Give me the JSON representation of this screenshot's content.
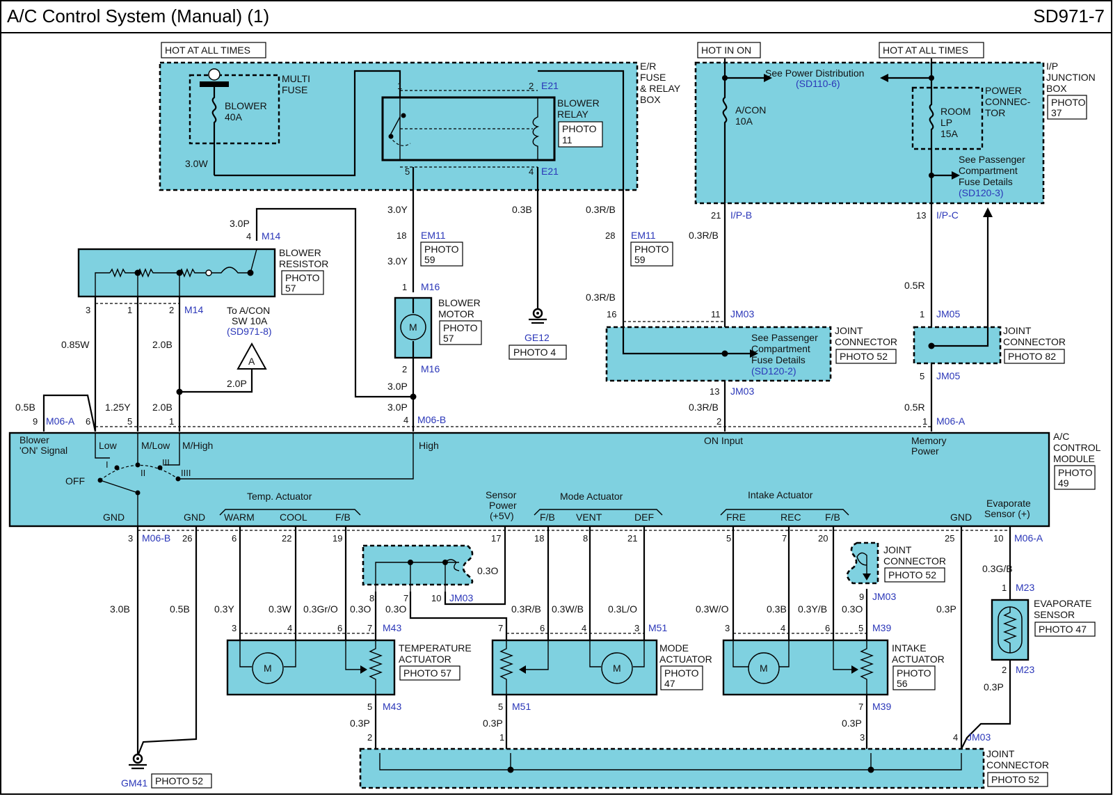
{
  "header": {
    "title": "A/C Control System (Manual) (1)",
    "code": "SD971-7"
  },
  "hot_labels": {
    "hot_all_1": "HOT AT ALL TIMES",
    "hot_on": "HOT IN ON",
    "hot_all_2": "HOT AT ALL TIMES"
  },
  "er_box": {
    "line1": "E/R",
    "line2": "FUSE",
    "line3": "& RELAY",
    "line4": "BOX"
  },
  "ip_box": {
    "line1": "I/P",
    "line2": "JUNCTION",
    "line3": "BOX",
    "photo1": "PHOTO",
    "photo2": "37"
  },
  "multi_fuse": {
    "line1": "MULTI",
    "line2": "FUSE",
    "name1": "BLOWER",
    "name2": "40A"
  },
  "blower_relay": {
    "line1": "BLOWER",
    "line2": "RELAY",
    "photo1": "PHOTO",
    "photo2": "11"
  },
  "acon_fuse": {
    "line1": "A/CON",
    "line2": "10A"
  },
  "room_fuse": {
    "line1": "ROOM",
    "line2": "LP",
    "line3": "15A"
  },
  "power_connector": {
    "line1": "POWER",
    "line2": "CONNEC-",
    "line3": "TOR"
  },
  "see_power": {
    "text": "See Power Distribution",
    "ref": "(SD110-6)"
  },
  "see_pass_1": {
    "line1": "See Passenger",
    "line2": "Compartment",
    "line3": "Fuse Details",
    "ref": "(SD120-3)"
  },
  "see_pass_2": {
    "line1": "See Passenger",
    "line2": "Compartment",
    "line3": "Fuse Details",
    "ref": "(SD120-2)"
  },
  "blower_resistor": {
    "line1": "BLOWER",
    "line2": "RESISTOR",
    "photo1": "PHOTO",
    "photo2": "57"
  },
  "blower_motor": {
    "line1": "BLOWER",
    "line2": "MOTOR",
    "photo1": "PHOTO",
    "photo2": "57",
    "m": "M"
  },
  "to_acon": {
    "line1": "To A/CON",
    "line2": "SW 10A",
    "ref": "(SD971-8)",
    "tri": "A"
  },
  "ge12": {
    "name": "GE12",
    "photo": "PHOTO 4"
  },
  "gm41": {
    "name": "GM41",
    "photo": "PHOTO 52"
  },
  "joint_jm03_top": {
    "line1": "JOINT",
    "line2": "CONNECTOR",
    "photo": "PHOTO 52"
  },
  "joint_jm05": {
    "line1": "JOINT",
    "line2": "CONNECTOR",
    "photo": "PHOTO 82"
  },
  "joint_jm03_mid": {
    "line1": "JOINT",
    "line2": "CONNECTOR",
    "photo": "PHOTO 52"
  },
  "joint_jm03_bot": {
    "line1": "JOINT",
    "line2": "CONNECTOR",
    "photo": "PHOTO 52"
  },
  "photo_em11_a": {
    "line1": "PHOTO",
    "line2": "59"
  },
  "photo_em11_b": {
    "line1": "PHOTO",
    "line2": "59"
  },
  "acm": {
    "line1": "A/C",
    "line2": "CONTROL",
    "line3": "MODULE",
    "photo1": "PHOTO",
    "photo2": "49",
    "blower_on1": "Blower",
    "blower_on2": "'ON' Signal",
    "low": "Low",
    "mlow": "M/Low",
    "mhigh": "M/High",
    "high": "High",
    "on_input": "ON Input",
    "memory1": "Memory",
    "memory2": "Power",
    "off": "OFF",
    "r1": "I",
    "r2": "II",
    "r3": "III",
    "r4": "IIII",
    "gnd1": "GND",
    "gnd2": "GND",
    "gnd3": "GND",
    "temp_act": "Temp. Actuator",
    "warm": "WARM",
    "cool": "COOL",
    "fb1": "F/B",
    "sensor1": "Sensor",
    "sensor2": "Power",
    "sensor3": "(+5V)",
    "mode_act": "Mode Actuator",
    "fb2": "F/B",
    "vent": "VENT",
    "def": "DEF",
    "intake_act": "Intake Actuator",
    "fre": "FRE",
    "rec": "REC",
    "fb3": "F/B",
    "evap1": "Evaporate",
    "evap2": "Sensor (+)"
  },
  "temp_actuator": {
    "line1": "TEMPERATURE",
    "line2": "ACTUATOR",
    "photo": "PHOTO 57",
    "m": "M"
  },
  "mode_actuator": {
    "line1": "MODE",
    "line2": "ACTUATOR",
    "photo1": "PHOTO",
    "photo2": "47",
    "m": "M"
  },
  "intake_actuator": {
    "line1": "INTAKE",
    "line2": "ACTUATOR",
    "photo1": "PHOTO",
    "photo2": "56",
    "m": "M"
  },
  "evap_sensor": {
    "line1": "EVAPORATE",
    "line2": "SENSOR",
    "photo": "PHOTO 47"
  },
  "connectors": {
    "e21": "E21",
    "em11": "EM11",
    "m14": "M14",
    "m16": "M16",
    "m06a": "M06-A",
    "m06b": "M06-B",
    "ipb": "I/P-B",
    "ipc": "I/P-C",
    "jm03": "JM03",
    "jm05": "JM05",
    "m43": "M43",
    "m51": "M51",
    "m39": "M39",
    "m23": "M23"
  },
  "pins": {
    "p1": "1",
    "p2": "2",
    "p3": "3",
    "p4": "4",
    "p5": "5",
    "p6": "6",
    "p7": "7",
    "p8": "8",
    "p9": "9",
    "p10": "10",
    "p11": "11",
    "p13": "13",
    "p16": "16",
    "p17": "17",
    "p18": "18",
    "p19": "19",
    "p20": "20",
    "p21": "21",
    "p22": "22",
    "p25": "25",
    "p26": "26",
    "p28": "28"
  },
  "wires": {
    "w30W": "3.0W",
    "w30Y": "3.0Y",
    "w03B": "0.3B",
    "w03RB": "0.3R/B",
    "w30P": "3.0P",
    "w085W": "0.85W",
    "w20B": "2.0B",
    "w20P": "2.0P",
    "w05B": "0.5B",
    "w125Y": "1.25Y",
    "w05R": "0.5R",
    "w30B": "3.0B",
    "w03Y": "0.3Y",
    "w03W": "0.3W",
    "w03GrO": "0.3Gr/O",
    "w03O": "0.3O",
    "w03WB": "0.3W/B",
    "w03LO": "0.3L/O",
    "w03WO": "0.3W/O",
    "w03YB": "0.3Y/B",
    "w03P": "0.3P",
    "w03GB": "0.3G/B"
  }
}
